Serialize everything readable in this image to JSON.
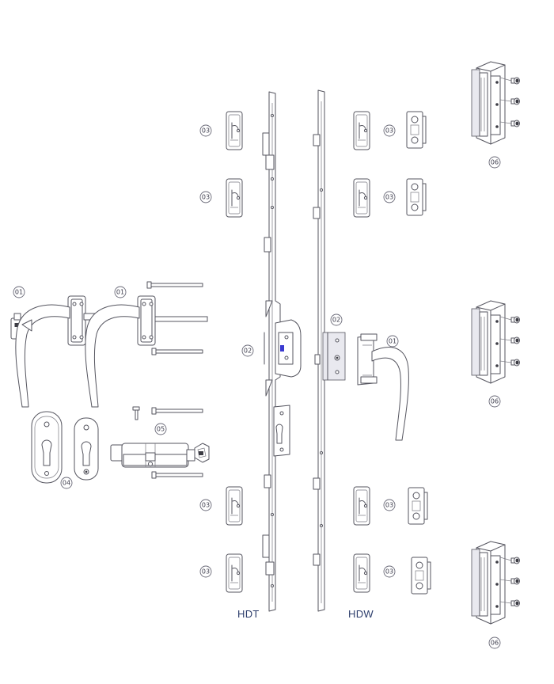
{
  "callouts": {
    "handle": "01",
    "gearbox": "02",
    "keeper": "03",
    "escutcheon": "04",
    "cylinder": "05",
    "hinge": "06"
  },
  "labels": {
    "left_bar": "HDT",
    "right_bar": "HDW"
  },
  "colors": {
    "line": "#55555f",
    "label": "#2c3d6b",
    "accent": "#3a3ad0"
  }
}
